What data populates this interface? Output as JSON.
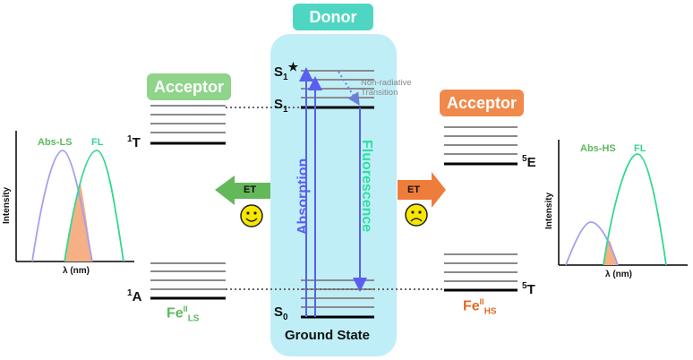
{
  "colors": {
    "donor_box": "#bfeef7",
    "donor_badge": "#4fd6c2",
    "acceptor_ls_badge": "#8fd48a",
    "acceptor_hs_badge": "#ef8a4c",
    "absorption": "#5a5ff0",
    "fluorescence": "#2fe0a0",
    "level_gray": "#8a8a8a",
    "et_left": "#63b95a",
    "et_right": "#ee7d3b",
    "overlap": "#f5b085",
    "abs_curve": "#a3a0ee",
    "fl_curve": "#32d890",
    "fe_ls_text": "#5cb85c",
    "fe_hs_text": "#e06c2a",
    "face": "#f7e600"
  },
  "donor": {
    "badge": "Donor",
    "s1_star": "S",
    "s1_star_sub": "1",
    "s1_star_sup": "★",
    "s1": "S",
    "s1_sub": "1",
    "s0": "S",
    "s0_sub": "0",
    "ground_state": "Ground State",
    "absorption": "Absorption",
    "fluorescence": "Fluorescence",
    "nonrad_line1": "Non-radiative",
    "nonrad_line2": "Transition"
  },
  "acceptor_ls": {
    "badge": "Acceptor",
    "t_sup": "1",
    "t_label": "T",
    "a_sup": "1",
    "a_label": "A",
    "fe": "Fe",
    "fe_sup": "II",
    "fe_sub": "LS",
    "et": "ET",
    "face": "happy"
  },
  "acceptor_hs": {
    "badge": "Acceptor",
    "e_sup": "5",
    "e_label": "E",
    "t_sup": "5",
    "t_label": "T",
    "fe": "Fe",
    "fe_sup": "II",
    "fe_sub": "HS",
    "et": "ET",
    "face": "sad"
  },
  "spectrum_left": {
    "ylabel": "Intensity",
    "xlabel": "λ  (nm)",
    "abs_label": "Abs-LS",
    "fl_label": "FL"
  },
  "spectrum_right": {
    "ylabel": "Intensity",
    "xlabel": "λ  (nm)",
    "abs_label": "Abs-HS",
    "fl_label": "FL"
  }
}
